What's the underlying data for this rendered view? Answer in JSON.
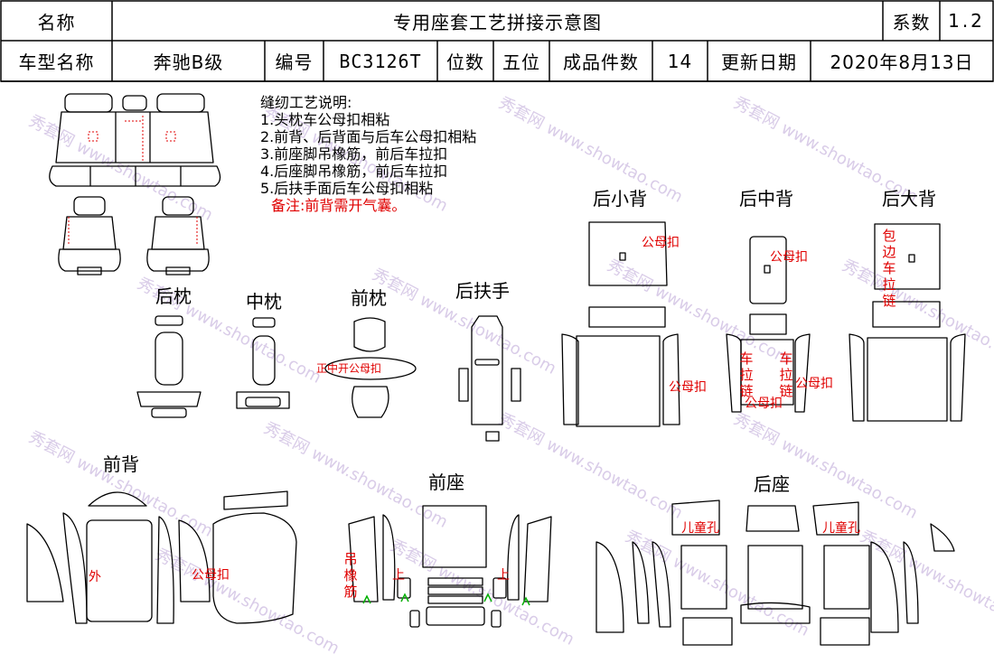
{
  "header": {
    "name_label": "名称",
    "doc_title": "专用座套工艺拼接示意图",
    "factor_label": "系数",
    "factor_value": "1.2",
    "model_label": "车型名称",
    "model_value": "奔驰B级",
    "code_label": "编号",
    "code_value": "BC3126T",
    "seats_label": "位数",
    "seats_value": "五位",
    "pieces_label": "成品件数",
    "pieces_value": "14",
    "date_label": "更新日期",
    "date_value": "2020年8月13日"
  },
  "notes": {
    "title": "缝纫工艺说明:",
    "items": [
      "1.头枕车公母扣相粘",
      "2.前背、后背面与后车公母扣相粘",
      "3.前座脚吊橡筋，前后车拉扣",
      "4.后座脚吊橡筋，前后车拉扣",
      "5.后扶手面后车公母扣相粘"
    ],
    "remark": "备注:前背需开气囊。"
  },
  "sections": {
    "rear_headrest": "后枕",
    "mid_headrest": "中枕",
    "front_headrest": "前枕",
    "rear_armrest": "后扶手",
    "rear_small_back": "后小背",
    "rear_mid_back": "后中背",
    "rear_big_back": "后大背",
    "front_back": "前背",
    "front_seat": "前座",
    "rear_seat": "后座"
  },
  "annotations": {
    "snap": "公母扣",
    "front_opening": "正中开公母扣",
    "outer": "外",
    "up": "上",
    "hanging_band": "吊橡筋",
    "edge_zipper": "包边车拉链",
    "car_zipper": "车拉链",
    "child_hole": "儿童孔"
  },
  "watermark": {
    "text_cn": "秀套网",
    "text_en": "www.showtao.com"
  },
  "colors": {
    "line": "#000000",
    "annotation": "#e00000",
    "marker": "#00b000",
    "watermark": "#d9cce8"
  }
}
